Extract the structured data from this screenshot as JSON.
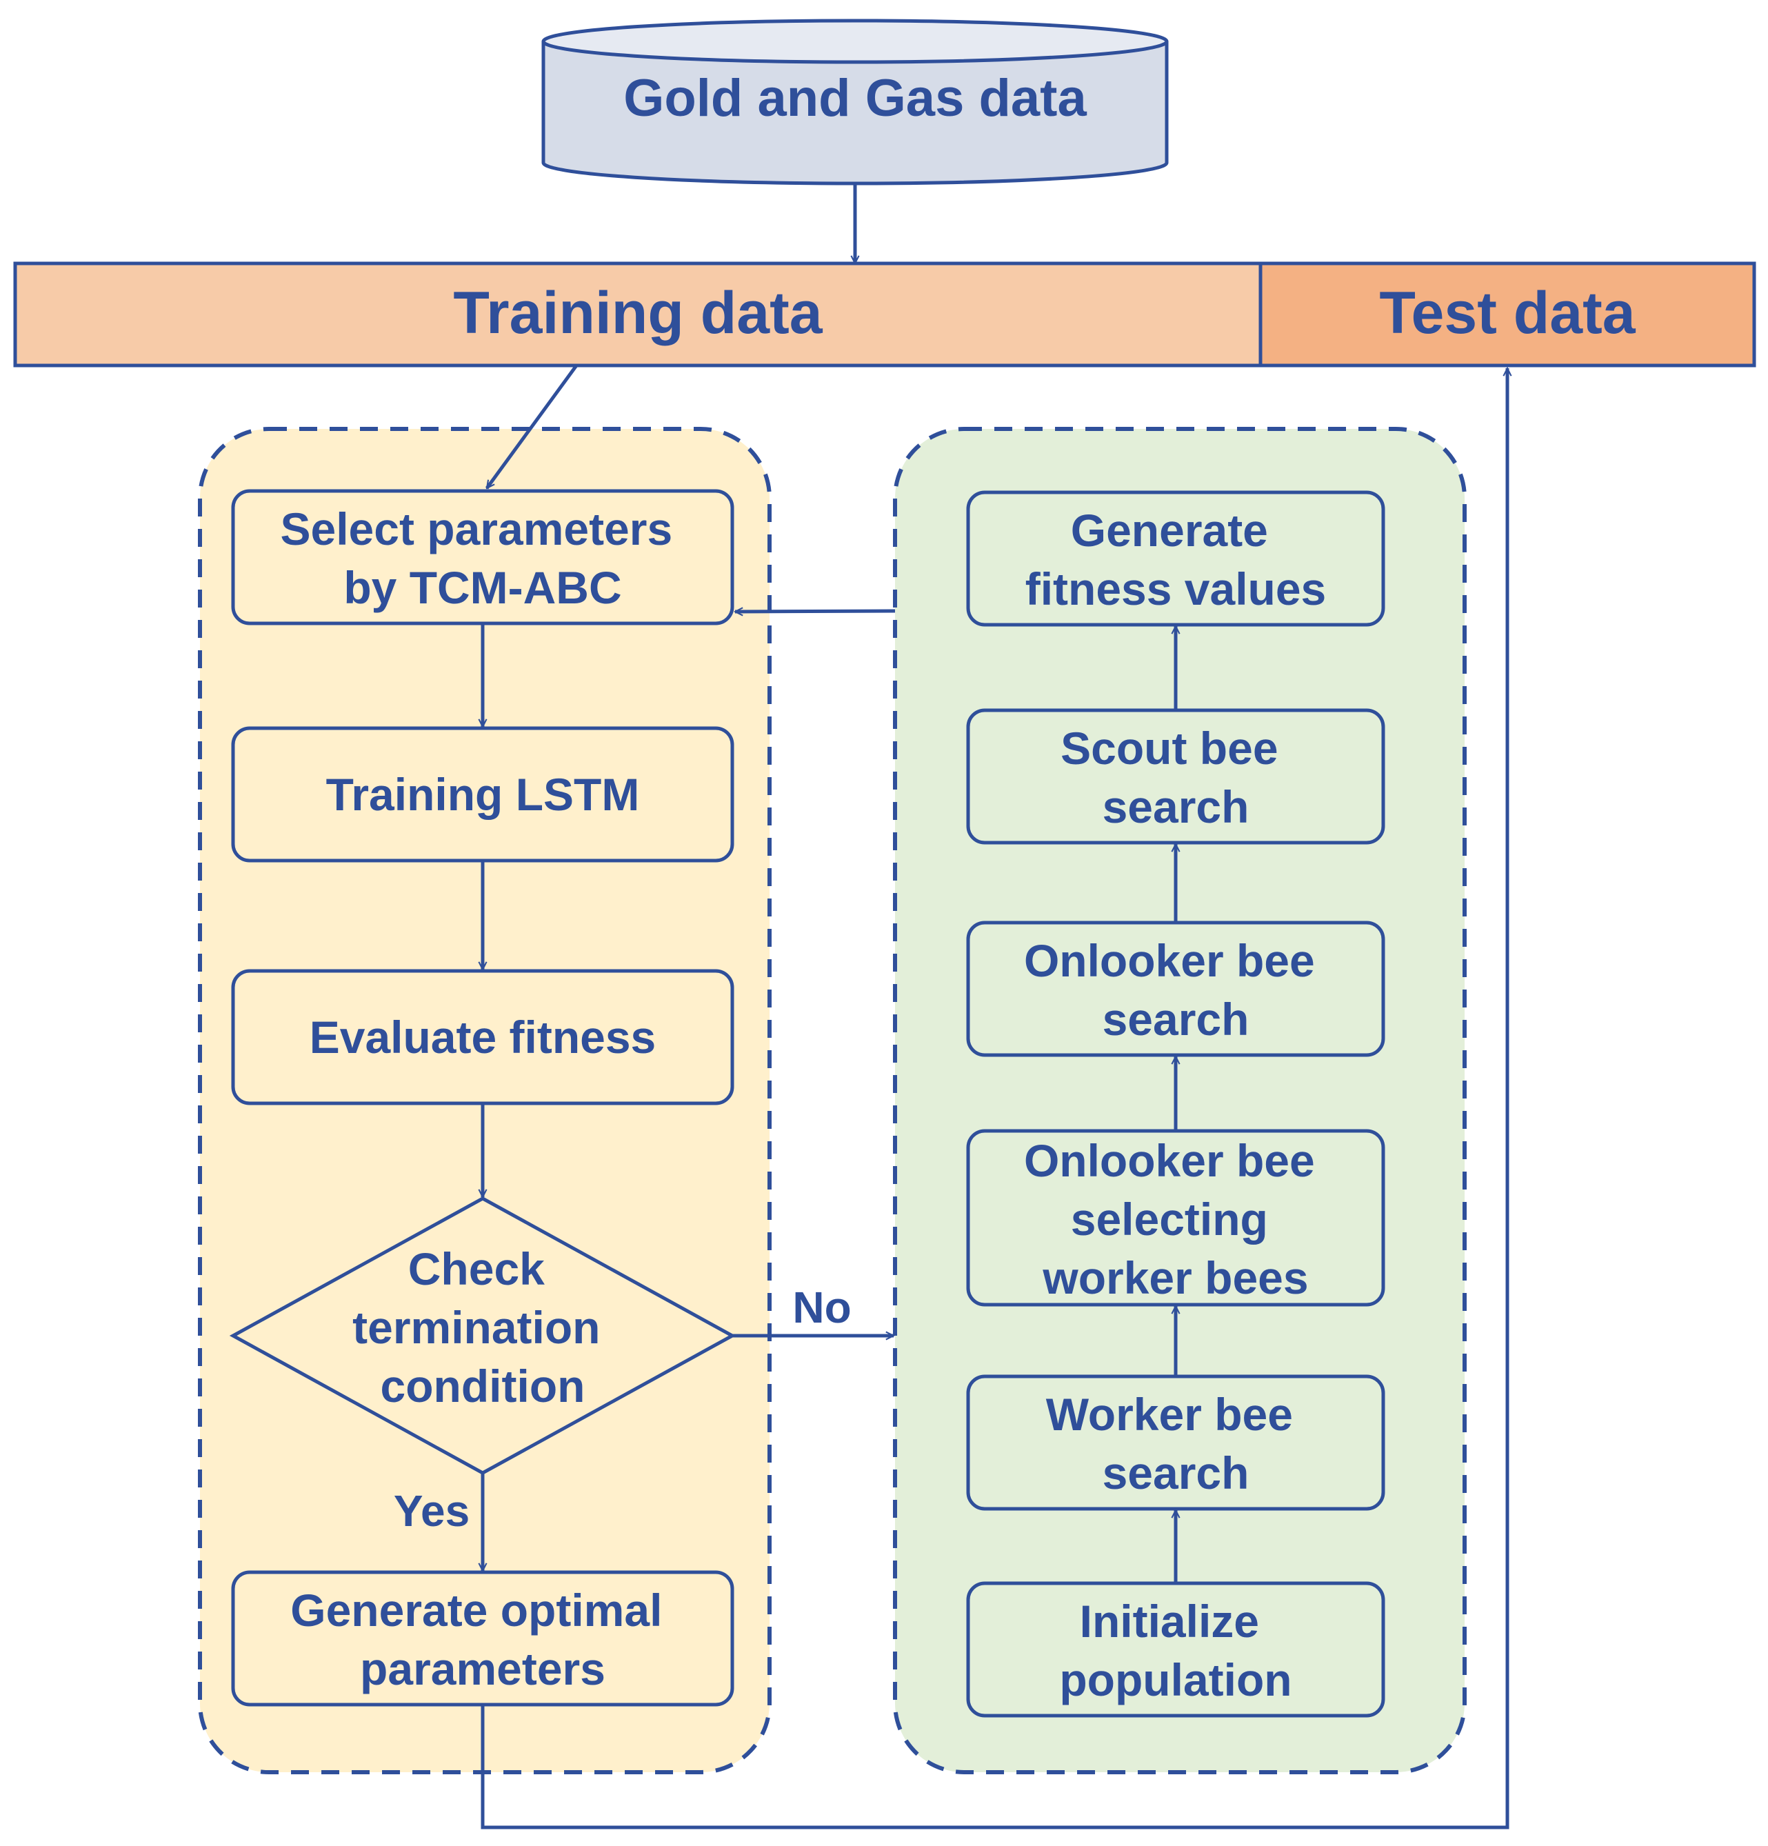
{
  "database": {
    "label": "Gold and Gas data"
  },
  "data_split": {
    "training": "Training data",
    "test": "Test data"
  },
  "lstm_panel": {
    "select_params": [
      "Select parameters",
      "by TCM-ABC"
    ],
    "training_lstm": "Training LSTM",
    "evaluate_fitness": "Evaluate fitness",
    "check_termination": [
      "Check",
      "termination",
      "condition"
    ],
    "generate_optimal": [
      "Generate optimal",
      "parameters"
    ],
    "yes_label": "Yes",
    "no_label": "No"
  },
  "abc_panel": {
    "generate_fitness": [
      "Generate",
      "fitness values"
    ],
    "scout_bee": [
      "Scout bee",
      "search"
    ],
    "onlooker_search": [
      "Onlooker bee",
      "search"
    ],
    "onlooker_select": [
      "Onlooker bee",
      "selecting",
      "worker bees"
    ],
    "worker_bee": [
      "Worker bee",
      "search"
    ],
    "initialize": [
      "Initialize",
      "population"
    ]
  },
  "colors": {
    "stroke": "#2f4f9a",
    "database_fill": "#d6dce8",
    "training_fill": "#f7cba8",
    "test_fill": "#f4b183",
    "lstm_panel_fill": "#fff0cc",
    "abc_panel_fill": "#e3efd9"
  }
}
